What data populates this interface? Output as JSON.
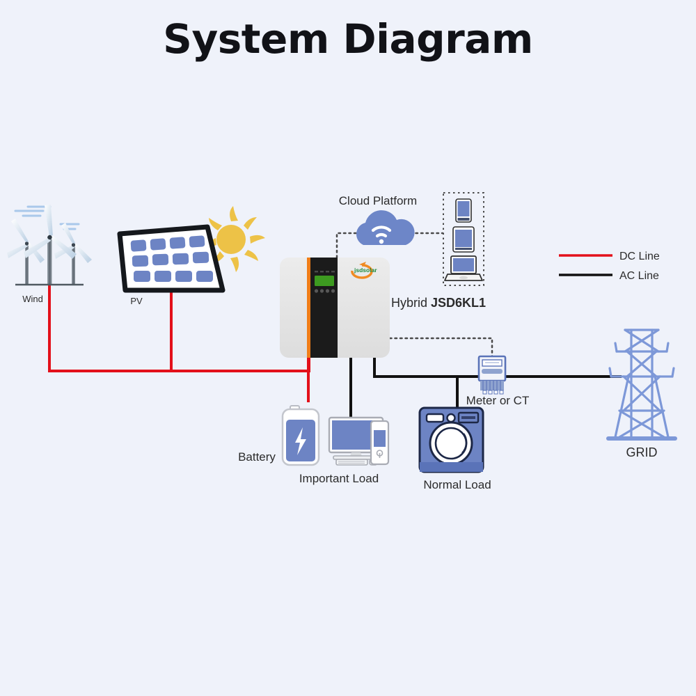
{
  "page": {
    "title": "System Diagram",
    "background_color": "#eff2fa"
  },
  "legend": {
    "items": [
      {
        "label": "DC Line",
        "color": "#e3101a",
        "name": "dc-line"
      },
      {
        "label": "AC Line",
        "color": "#111111",
        "name": "ac-line"
      }
    ]
  },
  "nodes": {
    "wind": {
      "label": "Wind",
      "icon": "wind-turbine-icon",
      "color": "#b9cfe4"
    },
    "pv": {
      "label": "PV",
      "icon": "solar-panel-icon",
      "color": "#6d84c4"
    },
    "sun": {
      "label": "",
      "icon": "sun-icon",
      "color": "#edc247"
    },
    "cloud": {
      "label": "Cloud Platform",
      "icon": "cloud-wifi-icon",
      "color": "#6d86c8"
    },
    "devices": {
      "label": "",
      "items": [
        {
          "label": "",
          "icon": "smartphone-icon"
        },
        {
          "label": "",
          "icon": "tablet-icon"
        },
        {
          "label": "",
          "icon": "laptop-icon"
        }
      ]
    },
    "inverter": {
      "label": "Hybrid JSD6KL1",
      "label_prefix": "Hybrid",
      "label_model": "JSD6KL1",
      "brand": "jsdsolar",
      "icon": "hybrid-inverter-icon",
      "body_color": "#e6e6e6",
      "panel_color": "#1b1b1b",
      "accent_color": "#f07d18",
      "screen_color": "#3d9b20"
    },
    "battery": {
      "label": "Battery",
      "icon": "battery-icon",
      "color": "#6d84c4"
    },
    "important_load": {
      "label": "Important Load",
      "icon": "desktop-computer-icon",
      "color": "#6d84c4"
    },
    "normal_load": {
      "label": "Normal Load",
      "icon": "washing-machine-icon",
      "color": "#6d84c4"
    },
    "meter": {
      "label": "Meter or CT",
      "icon": "energy-meter-icon",
      "color": "#6d84c4"
    },
    "grid": {
      "label": "GRID",
      "icon": "transmission-tower-icon",
      "color": "#7d98d8"
    }
  },
  "connections": [
    {
      "from": "wind",
      "to": "inverter",
      "type": "DC Line",
      "color": "#e3101a"
    },
    {
      "from": "pv",
      "to": "inverter",
      "type": "DC Line",
      "color": "#e3101a"
    },
    {
      "from": "inverter",
      "to": "battery",
      "type": "DC Line",
      "color": "#e3101a"
    },
    {
      "from": "inverter",
      "to": "important_load",
      "type": "AC Line",
      "color": "#111111"
    },
    {
      "from": "inverter",
      "to": "normal_load",
      "type": "AC Line",
      "color": "#111111"
    },
    {
      "from": "inverter",
      "to": "meter",
      "type": "AC Line",
      "color": "#111111"
    },
    {
      "from": "meter",
      "to": "grid",
      "type": "AC Line",
      "color": "#111111"
    },
    {
      "from": "inverter",
      "to": "cloud",
      "type": "Communication",
      "color": "#555555"
    },
    {
      "from": "cloud",
      "to": "devices",
      "type": "Communication",
      "color": "#555555"
    },
    {
      "from": "inverter",
      "to": "meter",
      "type": "Communication",
      "color": "#555555"
    }
  ]
}
